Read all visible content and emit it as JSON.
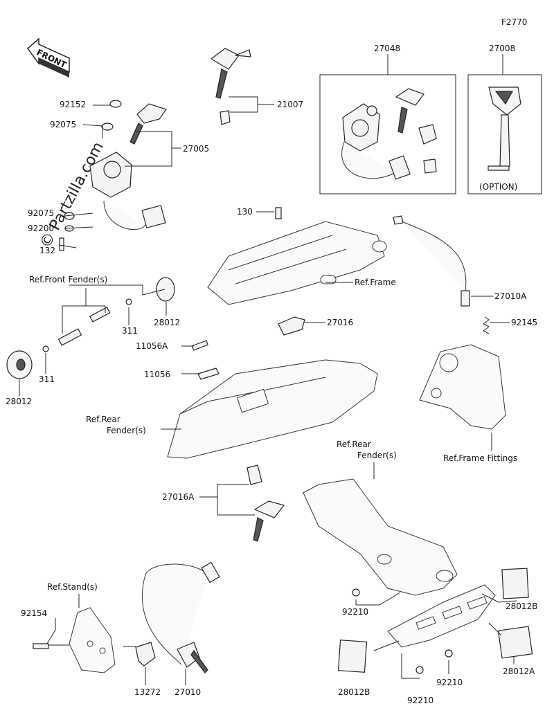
{
  "figure_code": "F2770",
  "front_arrow": "FRONT",
  "watermark": "© Partzilla.com",
  "option_note": "(OPTION)",
  "labels": {
    "p27048": "27048",
    "p27008": "27008",
    "p21007": "21007",
    "p92152": "92152",
    "p92075a": "92075",
    "p27005": "27005",
    "p92075b": "92075",
    "p92200": "92200",
    "p132": "132",
    "p130": "130",
    "ref_frame": "Ref.Frame",
    "ref_front_fender": "Ref.Front Fender(s)",
    "p311a": "311",
    "p28012a": "28012",
    "p311b": "311",
    "p28012b": "28012",
    "p27016": "27016",
    "p27010A": "27010A",
    "p92145": "92145",
    "p11056A": "11056A",
    "p11056": "11056",
    "ref_rear_fender_1": "Ref.Rear",
    "ref_rear_fender_2": "Fender(s)",
    "ref_frame_fittings": "Ref.Frame Fittings",
    "p27016A": "27016A",
    "ref_rear_fender_b1": "Ref.Rear",
    "ref_rear_fender_b2": "Fender(s)",
    "ref_stand": "Ref.Stand(s)",
    "p92154": "92154",
    "p13272": "13272",
    "p27010": "27010",
    "p92210a": "92210",
    "p28012B_a": "28012B",
    "p28012B_b": "28012B",
    "p92210b": "92210",
    "p92210c": "92210",
    "p28012A": "28012A"
  }
}
